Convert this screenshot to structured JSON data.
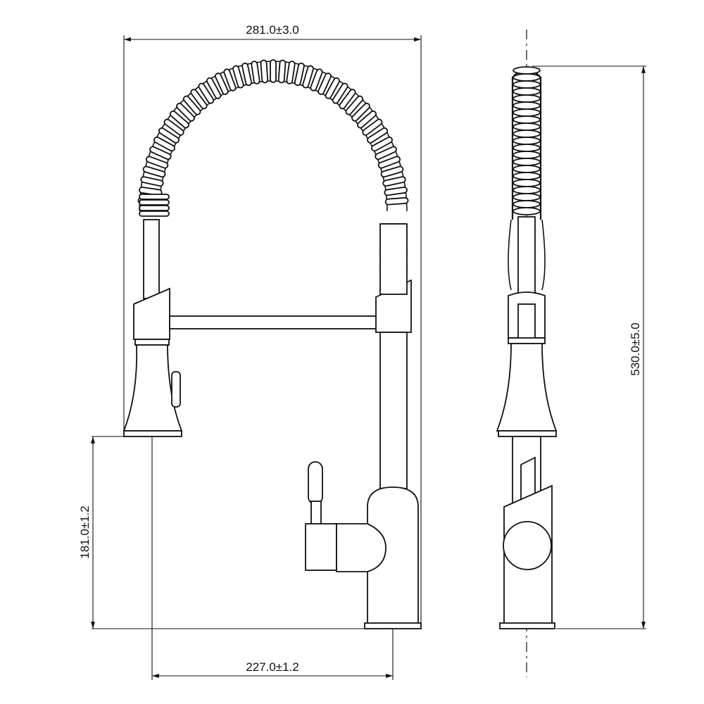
{
  "dimensions": {
    "overall_width": "281.0±3.0",
    "overall_height": "530.0±5.0",
    "spout_height": "181.0±1.2",
    "reach": "227.0±1.2"
  },
  "colors": {
    "line": "#111111",
    "background": "#ffffff"
  }
}
